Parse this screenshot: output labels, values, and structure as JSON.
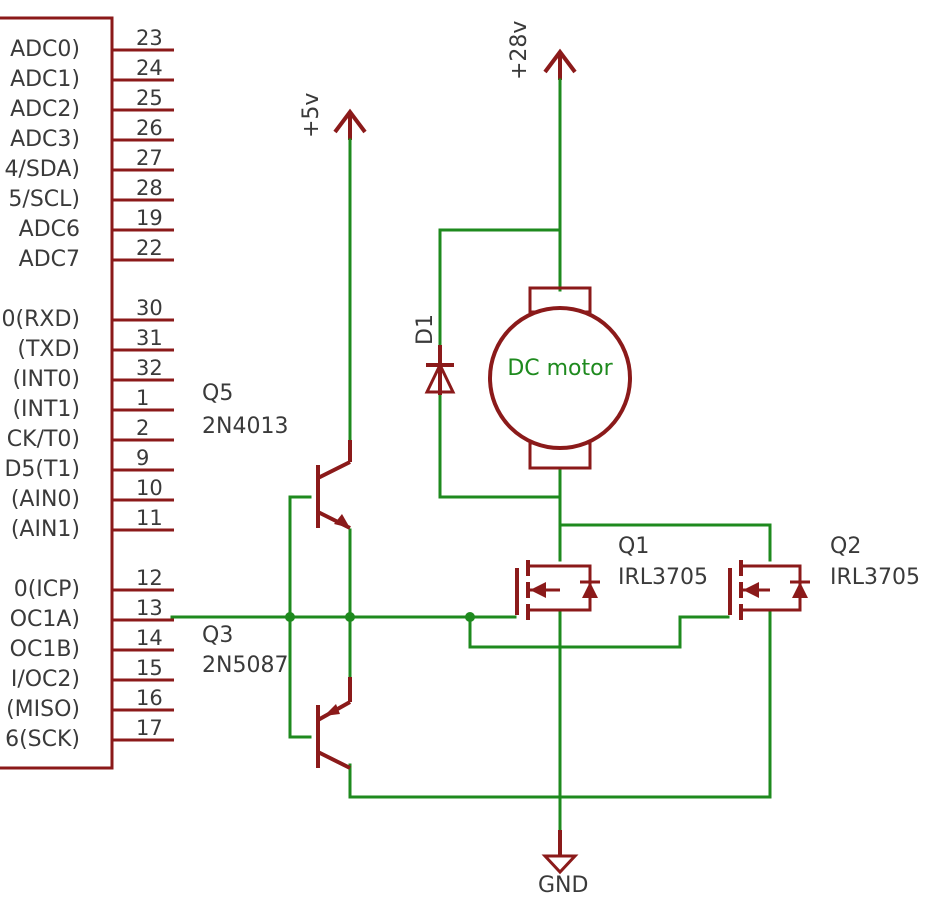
{
  "mcu": {
    "signals": [
      "ADC0)",
      "ADC1)",
      "ADC2)",
      "ADC3)",
      "4/SDA)",
      "5/SCL)",
      "ADC6",
      "ADC7",
      "0(RXD)",
      "(TXD)",
      "(INT0)",
      "(INT1)",
      "CK/T0)",
      "D5(T1)",
      "(AIN0)",
      "(AIN1)",
      "0(ICP)",
      "OC1A)",
      "OC1B)",
      "I/OC2)",
      "(MISO)",
      "6(SCK)"
    ],
    "pins": [
      "23",
      "24",
      "25",
      "26",
      "27",
      "28",
      "19",
      "22",
      "30",
      "31",
      "32",
      "1",
      "2",
      "9",
      "10",
      "11",
      "12",
      "13",
      "14",
      "15",
      "16",
      "17"
    ]
  },
  "supplies": {
    "vcc5": "+5v",
    "vcc28": "+28v",
    "ground": "GND"
  },
  "parts": {
    "q5": {
      "name": "Q5",
      "value": "2N4013"
    },
    "q3": {
      "name": "Q3",
      "value": "2N5087"
    },
    "q1": {
      "name": "Q1",
      "value": "IRL3705"
    },
    "q2": {
      "name": "Q2",
      "value": "IRL3705"
    },
    "d1": {
      "name": "D1"
    },
    "motor": {
      "label": "DC motor"
    }
  },
  "colors": {
    "wire": "#1e8a1e",
    "part": "#8b1a1a",
    "text": "#3a3a3a"
  }
}
